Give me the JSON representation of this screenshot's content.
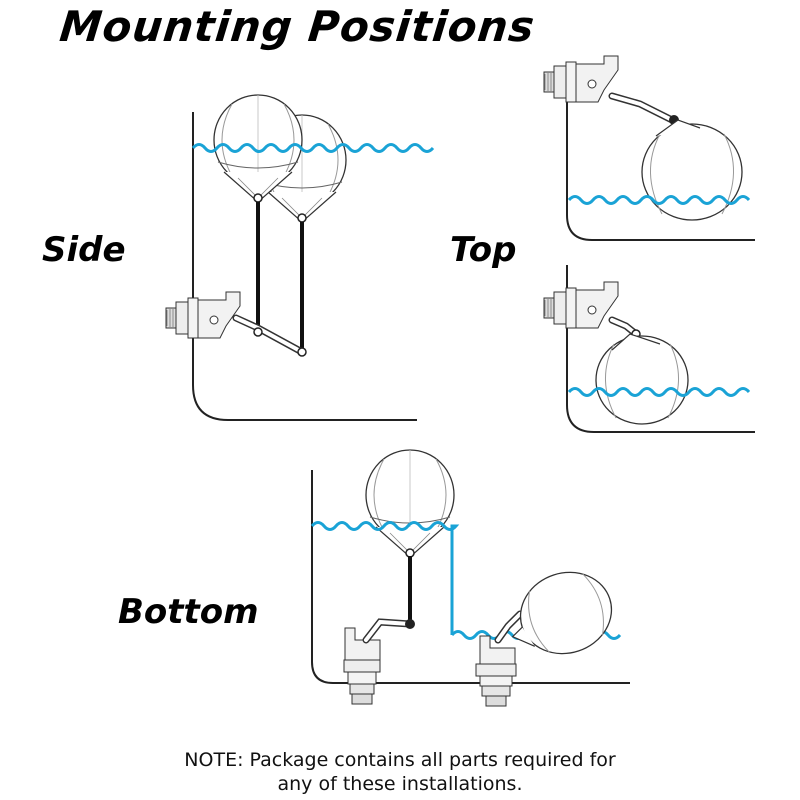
{
  "title": "Mounting Positions",
  "labels": {
    "side": "Side",
    "top": "Top",
    "bottom": "Bottom"
  },
  "note": {
    "line1": "NOTE: Package contains all parts required for",
    "line2": "any of these installations."
  },
  "colors": {
    "water": "#1aa3d6",
    "line": "#222222",
    "valve": "#e8e8e8"
  },
  "icons": [
    "float-ball-icon",
    "valve-icon",
    "water-wave-icon"
  ]
}
